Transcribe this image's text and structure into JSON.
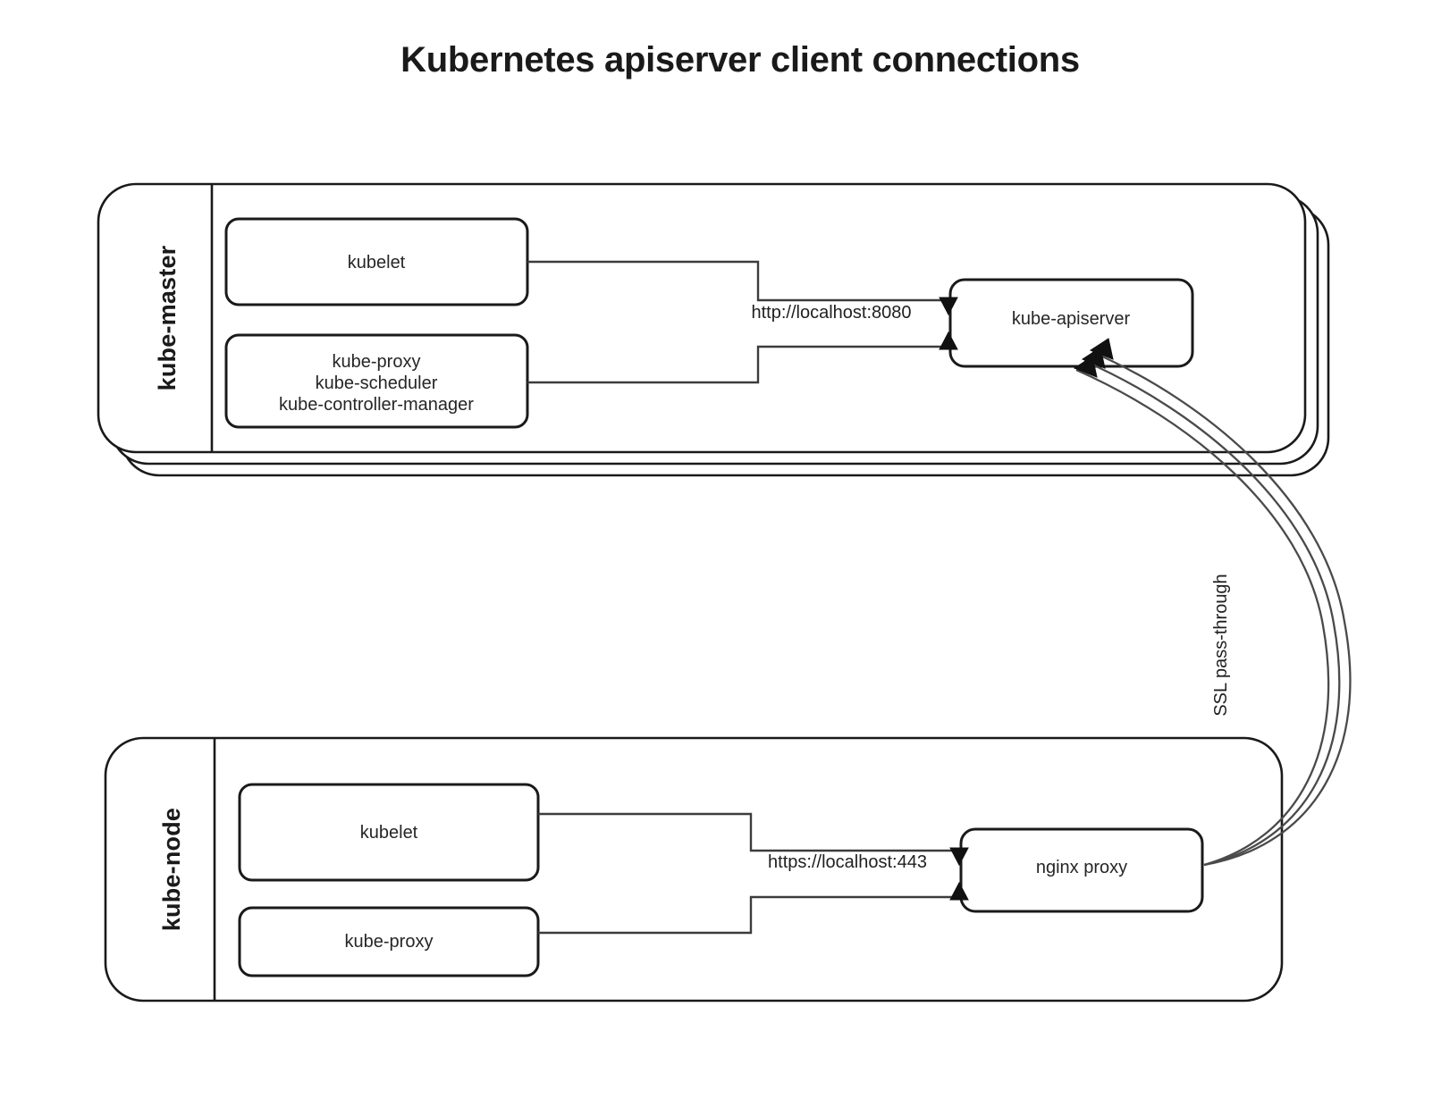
{
  "title": "Kubernetes apiserver client connections",
  "zones": [
    {
      "id": "kube-master",
      "label": "kube-master",
      "stacked": true,
      "nodes": [
        {
          "id": "master-kubelet",
          "lines": [
            "kubelet"
          ]
        },
        {
          "id": "master-controlplane",
          "lines": [
            "kube-proxy",
            "kube-scheduler",
            "kube-controller-manager"
          ]
        },
        {
          "id": "kube-apiserver",
          "lines": [
            "kube-apiserver"
          ]
        }
      ],
      "edge_label": "http://localhost:8080"
    },
    {
      "id": "kube-node",
      "label": "kube-node",
      "stacked": false,
      "nodes": [
        {
          "id": "node-kubelet",
          "lines": [
            "kubelet"
          ]
        },
        {
          "id": "node-kube-proxy",
          "lines": [
            "kube-proxy"
          ]
        },
        {
          "id": "nginx-proxy",
          "lines": [
            "nginx proxy"
          ]
        }
      ],
      "edge_label": "https://localhost:443"
    }
  ],
  "nodes": {
    "master_kubelet": "kubelet",
    "master_controlplane_1": "kube-proxy",
    "master_controlplane_2": "kube-scheduler",
    "master_controlplane_3": "kube-controller-manager",
    "kube_apiserver": "kube-apiserver",
    "node_kubelet": "kubelet",
    "node_kube_proxy": "kube-proxy",
    "nginx_proxy": "nginx proxy"
  },
  "labels": {
    "master_zone": "kube-master",
    "node_zone": "kube-node",
    "http_edge": "http://localhost:8080",
    "https_edge": "https://localhost:443",
    "ssl_edge": "SSL pass-through"
  },
  "colors": {
    "stroke": "#1a1a1a",
    "connector": "#3c3c3c",
    "background": "#ffffff",
    "text": "#1a1a1a"
  }
}
